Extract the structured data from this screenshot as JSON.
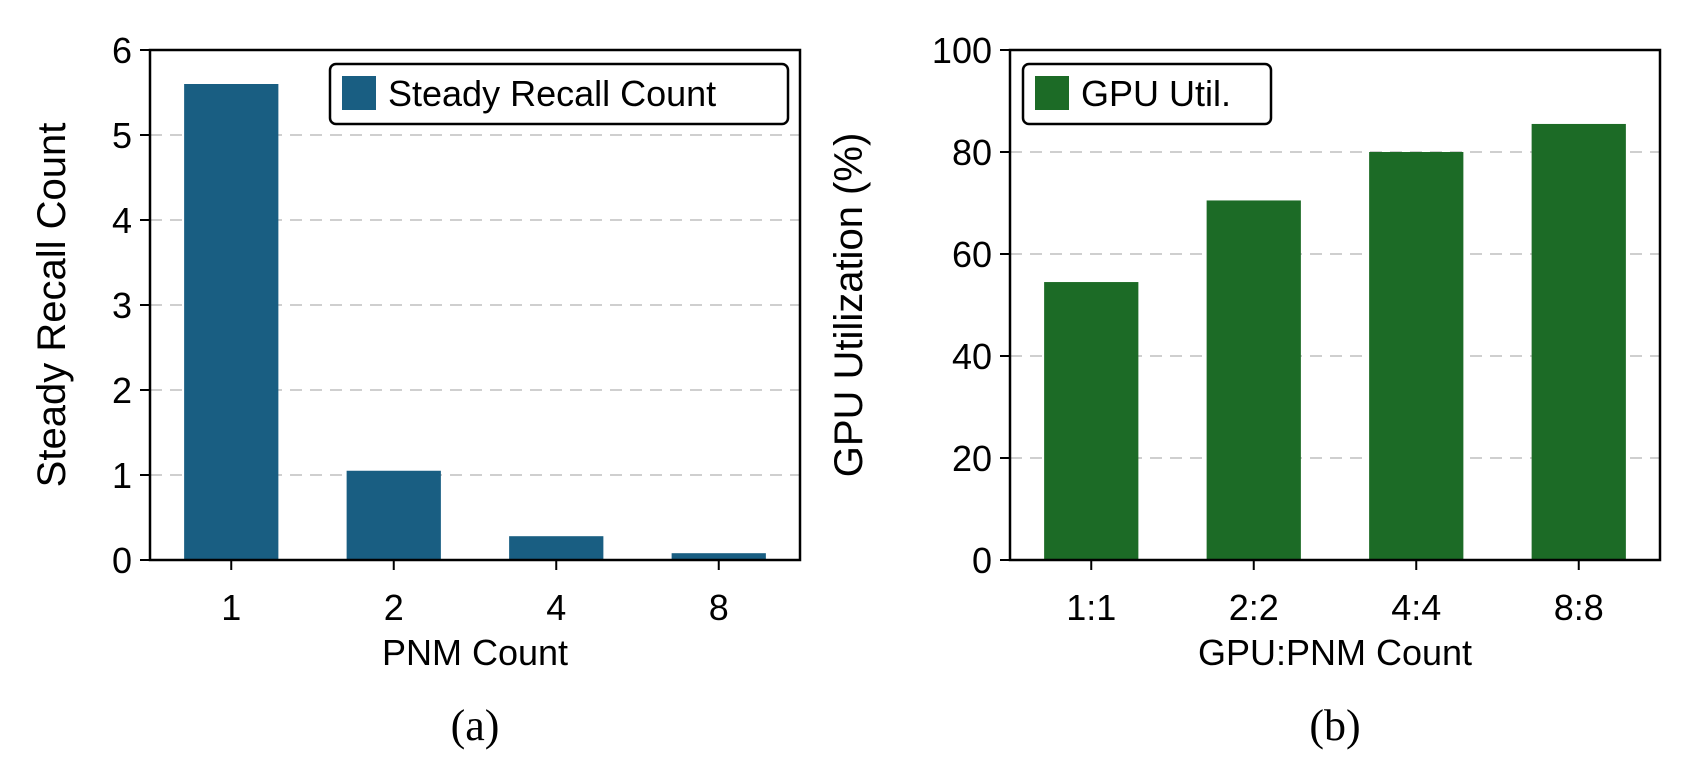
{
  "chart_data": [
    {
      "id": "a",
      "type": "bar",
      "categories": [
        "1",
        "2",
        "4",
        "8"
      ],
      "series": [
        {
          "name": "Steady Recall Count",
          "values": [
            5.6,
            1.05,
            0.28,
            0.08
          ],
          "color": "#195e82"
        }
      ],
      "xlabel": "PNM Count",
      "ylabel": "Steady Recall Count",
      "ylim": [
        0,
        6
      ],
      "yticks": [
        "0",
        "1",
        "2",
        "3",
        "4",
        "5",
        "6"
      ],
      "grid": true,
      "legend": "top-right",
      "caption": "(a)"
    },
    {
      "id": "b",
      "type": "bar",
      "categories": [
        "1:1",
        "2:2",
        "4:4",
        "8:8"
      ],
      "series": [
        {
          "name": "GPU Util.",
          "values": [
            54.5,
            70.5,
            80,
            85.5
          ],
          "color": "#1c6b26"
        }
      ],
      "xlabel": "GPU:PNM Count",
      "ylabel": "GPU Utilization (%)",
      "ylim": [
        0,
        100
      ],
      "yticks": [
        "0",
        "20",
        "40",
        "60",
        "80",
        "100"
      ],
      "grid": true,
      "legend": "top-left",
      "caption": "(b)"
    }
  ]
}
